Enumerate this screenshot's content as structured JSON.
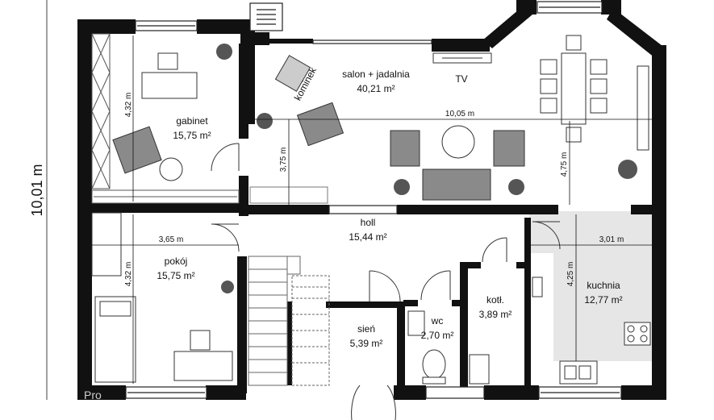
{
  "overall_dimension": "10,01 m",
  "rooms": {
    "gabinet": {
      "name": "gabinet",
      "area": "15,75 m²"
    },
    "salon": {
      "name": "salon + jadalnia",
      "area": "40,21 m²"
    },
    "holl": {
      "name": "holl",
      "area": "15,44 m²"
    },
    "pokoj": {
      "name": "pokój",
      "area": "15,75 m²"
    },
    "sien": {
      "name": "sień",
      "area": "5,39 m²"
    },
    "wc": {
      "name": "wc",
      "area": "2,70 m²"
    },
    "kotl": {
      "name": "kotł.",
      "area": "3,89 m²"
    },
    "kuchnia": {
      "name": "kuchnia",
      "area": "12,77 m²"
    }
  },
  "labels": {
    "kominek": "kominek",
    "tv": "TV",
    "watermark": "Pro"
  },
  "dimensions": {
    "gabinet_height": "4,32 m",
    "salon_width": "10,05 m",
    "salon_depth_left": "3,75 m",
    "salon_depth_right": "4,75 m",
    "pokoj_width": "3,65 m",
    "pokoj_height": "4,32 m",
    "kuchnia_width": "3,01 m",
    "kuchnia_height": "4,25 m"
  },
  "colors": {
    "wall": "#111111",
    "furniture": "#8a8a8a",
    "kitchen_floor": "#e6e6e6",
    "plant": "#555555"
  }
}
